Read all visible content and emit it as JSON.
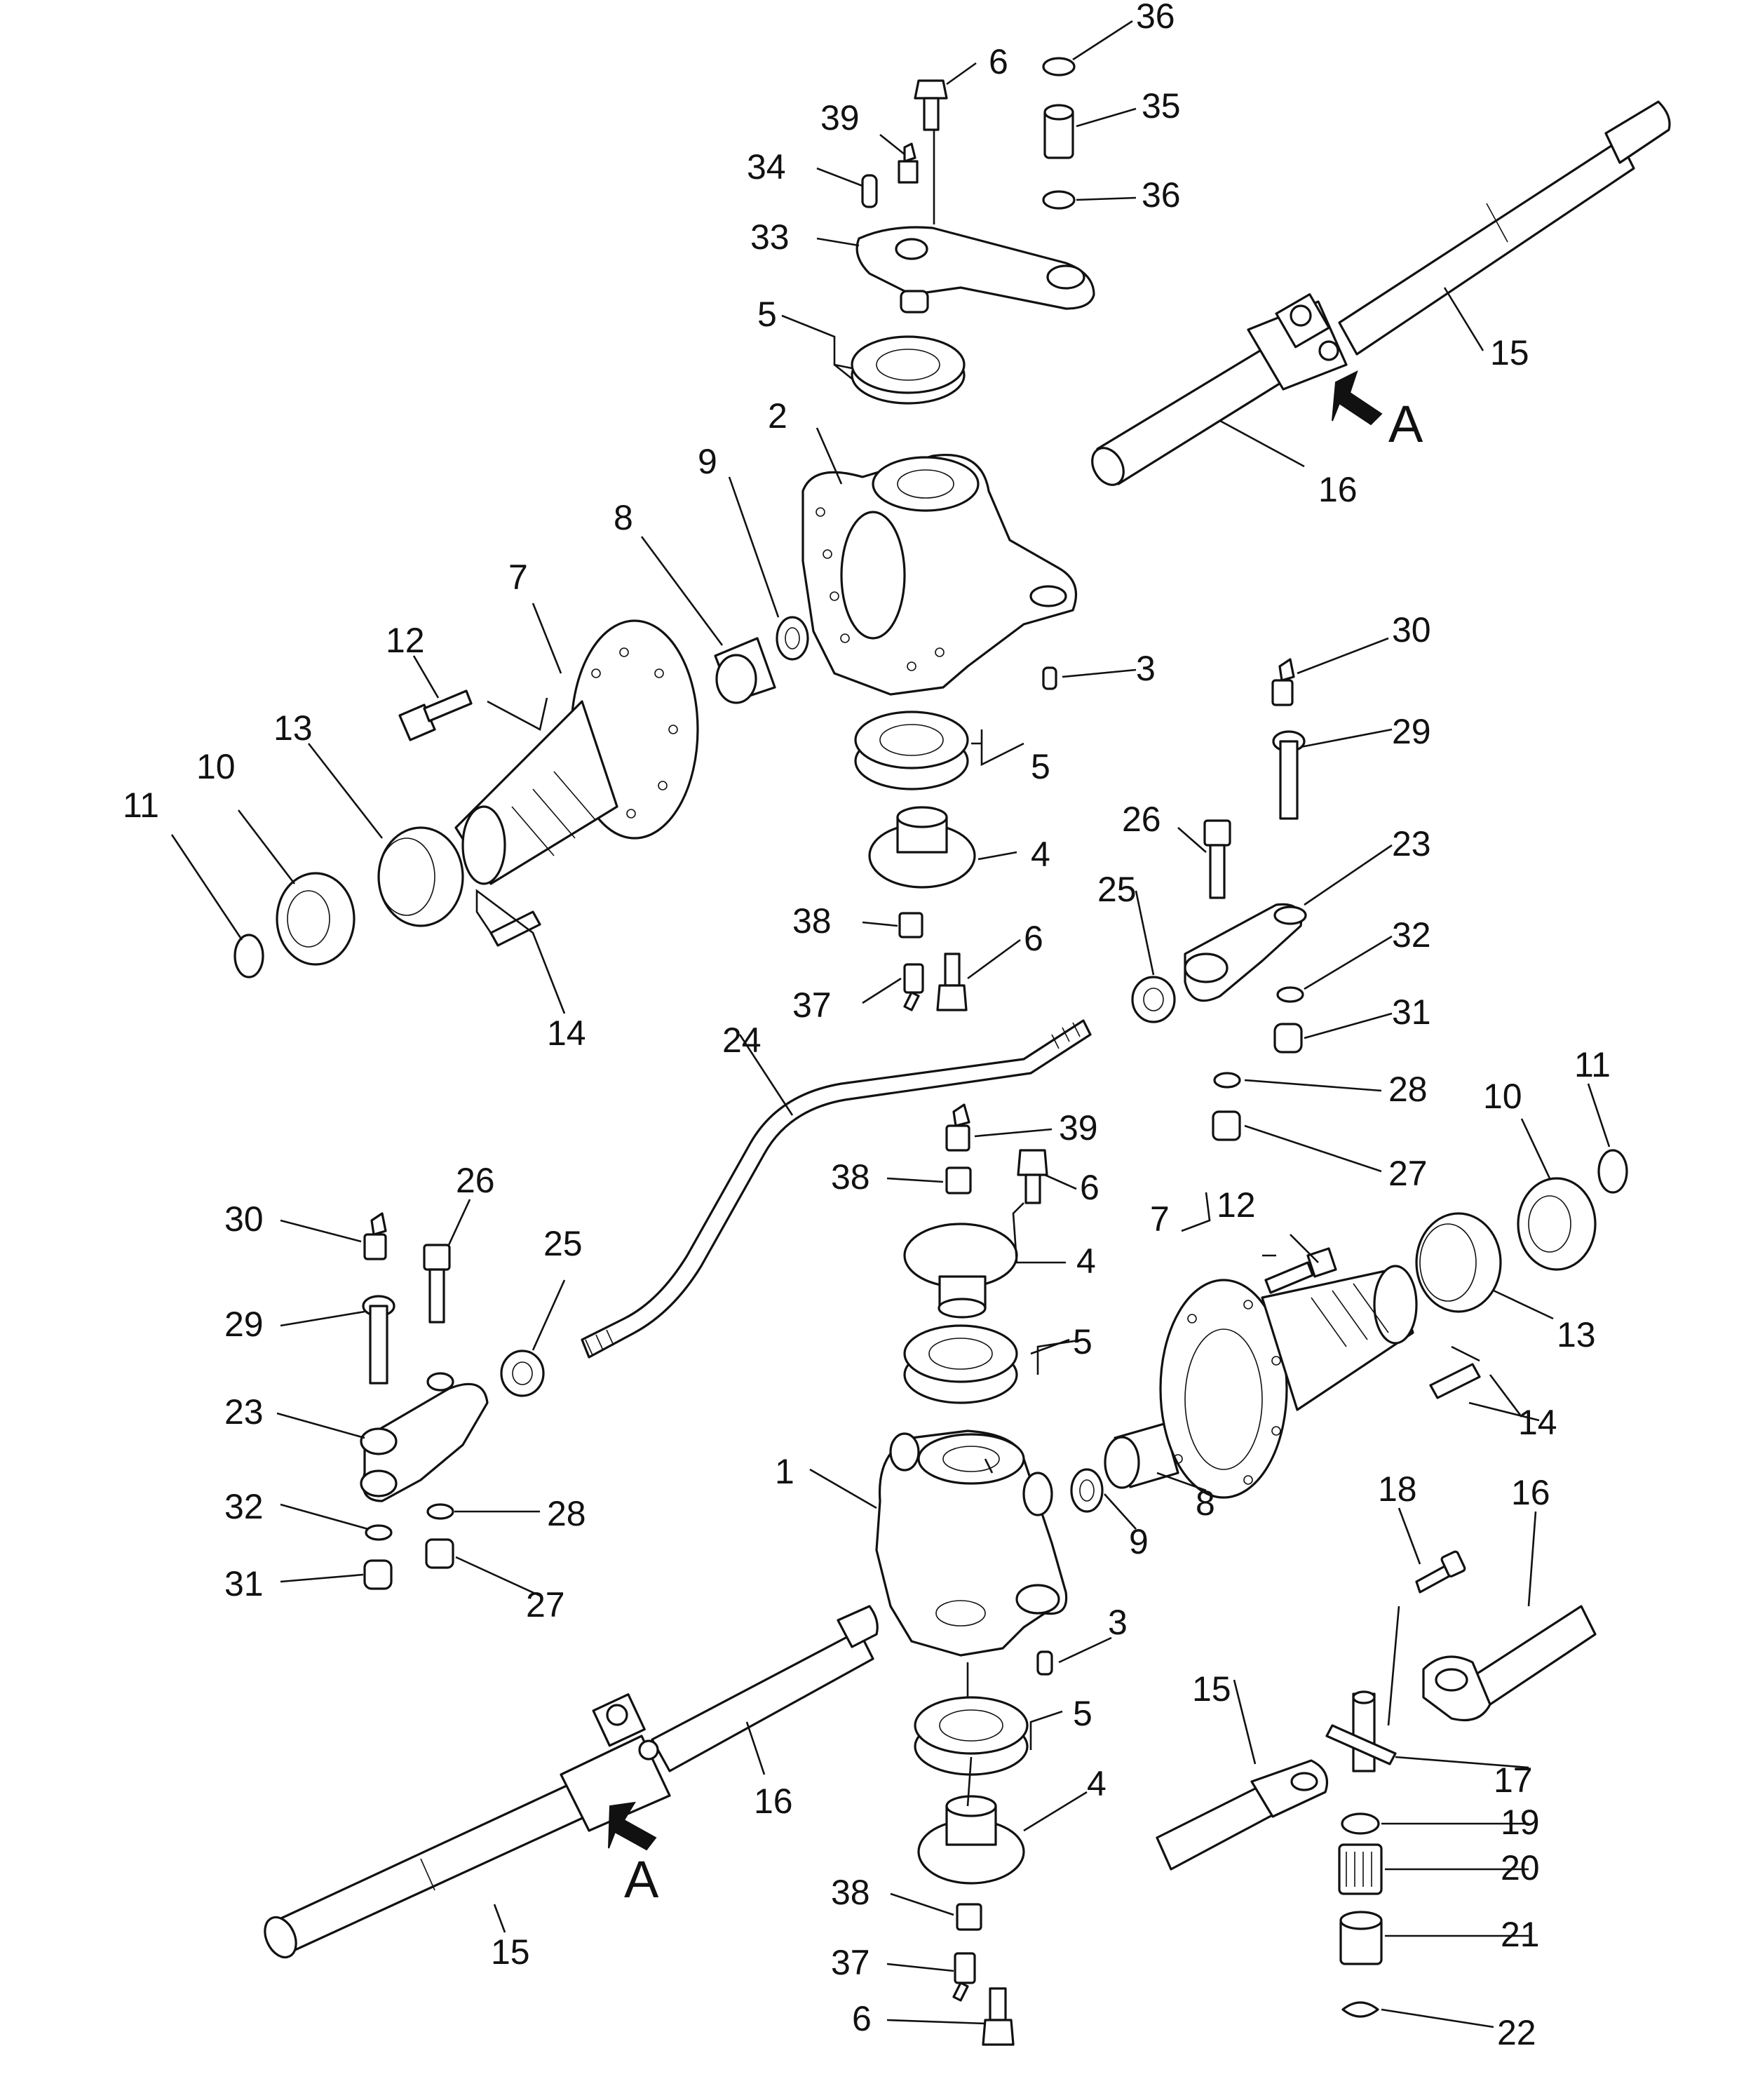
{
  "diagram": {
    "labels": [
      "36",
      "35",
      "36",
      "6",
      "39",
      "34",
      "33",
      "5",
      "15",
      "A",
      "16",
      "2",
      "9",
      "8",
      "7",
      "12",
      "3",
      "13",
      "10",
      "11",
      "5",
      "4",
      "14",
      "30",
      "29",
      "26",
      "23",
      "25",
      "32",
      "31",
      "38",
      "37",
      "6",
      "24",
      "28",
      "27",
      "11",
      "10",
      "39",
      "38",
      "6",
      "26",
      "30",
      "12",
      "7",
      "25",
      "4",
      "13",
      "29",
      "5",
      "14",
      "23",
      "1",
      "32",
      "28",
      "31",
      "27",
      "9",
      "8",
      "18",
      "16",
      "3",
      "15",
      "5",
      "16",
      "17",
      "A",
      "4",
      "19",
      "20",
      "38",
      "21",
      "15",
      "37",
      "6",
      "22"
    ],
    "colors": {
      "ink": "#111111",
      "paper": "#ffffff"
    }
  }
}
